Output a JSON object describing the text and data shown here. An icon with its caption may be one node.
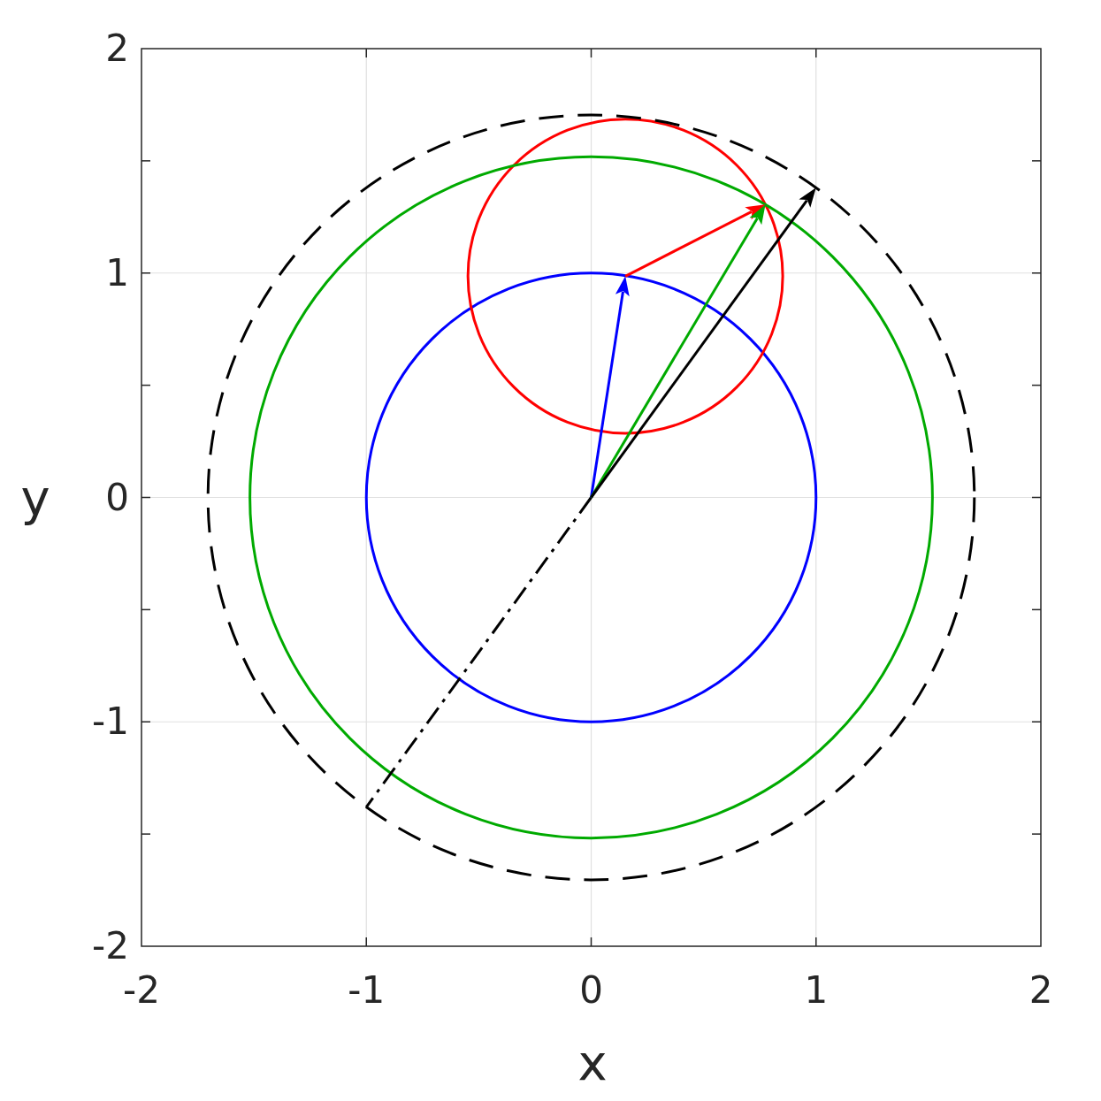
{
  "diagram": {
    "labels": [
      "2",
      "1",
      "0",
      "-1",
      "-2",
      "y",
      "-2",
      "-1",
      "0",
      "1",
      "2",
      "x"
    ]
  }
}
